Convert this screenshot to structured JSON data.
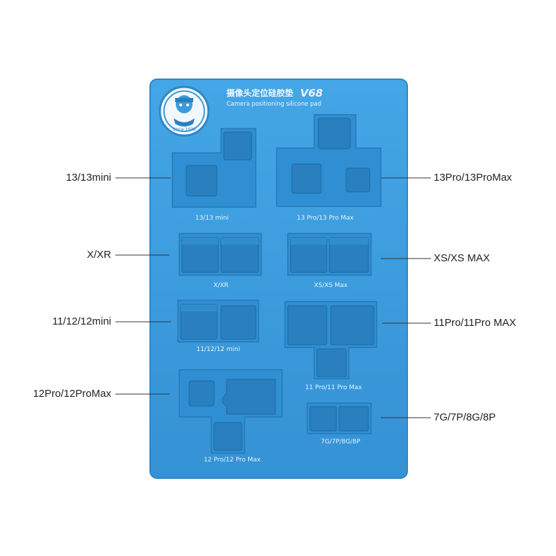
{
  "header": {
    "title_cn": "摄像头定位硅胶垫",
    "model": "V68",
    "subtitle": "Camera positioning silicone pad",
    "badge_text": "Since 1938"
  },
  "colors": {
    "pad": "#3a9bdc",
    "pad_edge": "#2f86c4",
    "well": "#2f8fd2",
    "well_deep": "#2b82c2",
    "slot": "#2a7fbf",
    "slot_shadow": "#1f6aa3",
    "engraving": "#e8f3fb",
    "line": "#333333"
  },
  "callouts": {
    "c1": "13/13mini",
    "c2": "X/XR",
    "c3": "11/12/12mini",
    "c4": "12Pro/12ProMax",
    "c5": "13Pro/13ProMax",
    "c6": "XS/XS MAX",
    "c7": "11Pro/11Pro MAX",
    "c8": "7G/7P/8G/8P"
  },
  "engraved": {
    "e1": "13/13 mini",
    "e2": "13 Pro/13 Pro Max",
    "e3": "X/XR",
    "e4": "XS/XS Max",
    "e5": "11/12/12 mini",
    "e6": "11 Pro/11 Pro Max",
    "e7": "12 Pro/12 Pro Max",
    "e8": "7G/7P/8G/8P"
  }
}
